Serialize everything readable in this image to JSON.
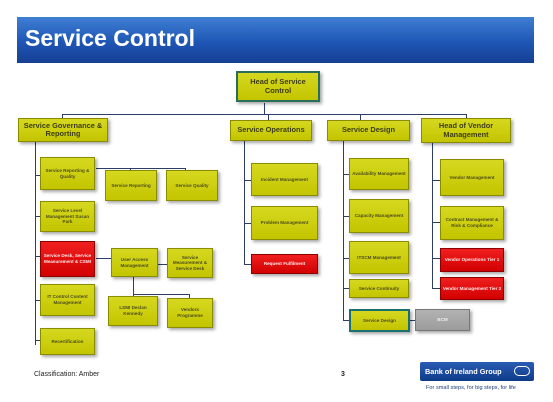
{
  "slide": {
    "title": "Service Control",
    "classification": "Classification: Amber",
    "page_number": "3"
  },
  "logo": {
    "name": "Bank of Ireland Group",
    "tagline": "For small steps, for big steps, for life"
  },
  "org_chart": {
    "root": "Head of Service Control",
    "departments": [
      {
        "label": "Service Governance & Reporting",
        "units": [
          "Service Reporting & Quality",
          "Service Reporting",
          "Service Quality",
          "Service Level Management Susan Park",
          "Service Desk, Service Measurement & CSMI",
          "User Access Management",
          "Service Measurement & Service Desk",
          "LSMI Declan Kennedy",
          "Vendors Programme",
          "IT Control Content Management",
          "Recertification"
        ]
      },
      {
        "label": "Service Operations",
        "units": [
          "Incident Management",
          "Problem Management",
          "Request Fulfilment"
        ]
      },
      {
        "label": "Service Design",
        "units": [
          "Availability Management",
          "Capacity Management",
          "ITSCM Management",
          "Service Continuity",
          "Service Design",
          "BCM"
        ]
      },
      {
        "label": "Head of Vendor Management",
        "units": [
          "Vendor Management",
          "Contract Management & Risk & Compliance",
          "Vendor Operations Tier 1",
          "Vendor Management Tier 2"
        ]
      }
    ]
  },
  "colors": {
    "banner": "#1e56b5",
    "unit_fill": "#c8ca0a",
    "highlight_fill": "#e00000",
    "neutral_fill": "#a6a6a6",
    "connector": "#2c3e66"
  }
}
